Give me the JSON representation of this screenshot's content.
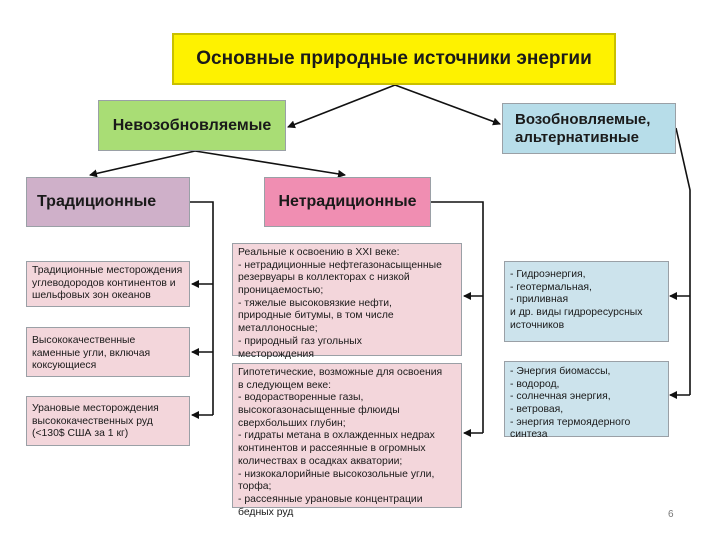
{
  "title": "Основные природные источники энергии",
  "nonrenewable": "Невозобновляемые",
  "renewable": [
    "Возобновляемые,",
    "альтернативные"
  ],
  "traditional": "Традиционные",
  "nontraditional": "Нетрадиционные",
  "traditional_items": [
    [
      "Традиционные месторождения",
      "углеводородов континентов и",
      "шельфовых зон океанов"
    ],
    [
      "Высококачественные",
      "каменные угли, включая",
      "коксующиеся"
    ],
    [
      "Урановые месторождения",
      "высококачественных руд",
      " (<130$ США за 1 кг)"
    ]
  ],
  "nontraditional_items": [
    [
      "Реальные к освоению в XXI веке:",
      "- нетрадиционные нефтегазонасыщенные",
      "  резервуары в коллекторах с низкой",
      "  проницаемостью;",
      "- тяжелые высоковязкие нефти,",
      "  природные битумы, в том числе",
      "  металлоносные;",
      "- природный газ угольных",
      "  месторождения"
    ],
    [
      "Гипотетические, возможные для освоения",
      "в следующем веке:",
      "- водорастворенные газы,",
      "  высокогазонасыщенные флюиды",
      "  сверхбольших глубин;",
      "- гидраты метана в охлажденных недрах",
      "  континентов и рассеянные в огромных",
      "  количествах в осадках акватории;",
      "- низкокалорийные высокозольные угли,",
      "  торфа;",
      "- рассеянные урановые концентрации",
      "  бедных руд"
    ]
  ],
  "renewable_items": [
    [
      "- Гидроэнергия,",
      "- геотермальная,",
      "- приливная",
      "и др. виды гидроресурсных",
      "источников"
    ],
    [
      "- Энергия биомассы,",
      "- водород,",
      "- солнечная энергия,",
      "- ветровая,",
      "- энергия термоядерного",
      "  синтеза"
    ]
  ],
  "page_number": "6",
  "colors": {
    "title": "#fef200",
    "nonrenewable": "#a9dd75",
    "renewable": "#b7dde9",
    "traditional": "#cfb0c9",
    "nontraditional": "#f08eb2",
    "cell_pink": "#f3d6db",
    "cell_blue": "#cce3ec"
  }
}
